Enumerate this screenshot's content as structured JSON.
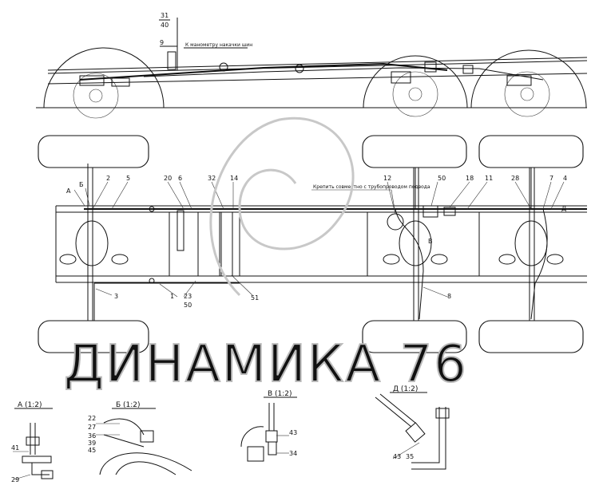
{
  "watermark": {
    "text": "ДИНАМИКА 76"
  },
  "side_view": {
    "callout_num": "31",
    "callout_den": "40",
    "callout_9": "9",
    "note": "К манометру накачки шин"
  },
  "plan_view": {
    "labels": [
      "А",
      "Б",
      "2",
      "5",
      "20",
      "6",
      "32",
      "14",
      "12",
      "50",
      "18",
      "11",
      "28",
      "7",
      "4",
      "Д",
      "В",
      "8",
      "51",
      "1",
      "23",
      "50",
      "3"
    ],
    "note": "Крепить совместно с трубопроводом подвода"
  },
  "details": {
    "a": {
      "title": "А (1:2)",
      "labels": [
        "41",
        "29"
      ]
    },
    "b": {
      "title": "Б (1:2)",
      "labels": [
        "22",
        "27",
        "36",
        "39",
        "45"
      ]
    },
    "v": {
      "title": "В (1:2)",
      "labels": [
        "43",
        "34"
      ]
    },
    "d": {
      "title": "Д (1:2)",
      "labels": [
        "43",
        "35"
      ]
    }
  }
}
